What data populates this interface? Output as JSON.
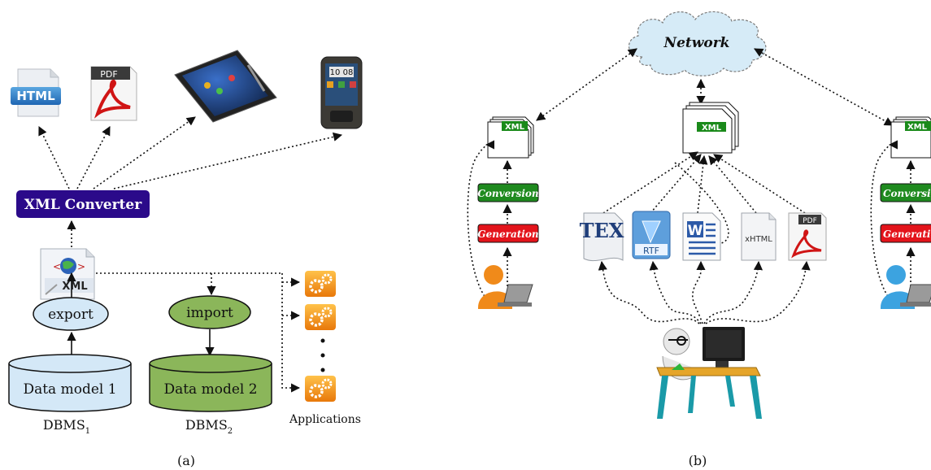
{
  "panel_a": {
    "caption": "(a)",
    "converter_label": "XML Converter",
    "xml_label": "XML",
    "html_icon_label": "HTML",
    "pdf_icon_label": "PDF",
    "tablet_time": "10 08",
    "export_label": "export",
    "import_label": "import",
    "model1_label": "Data model 1",
    "model2_label": "Data model 2",
    "dbms1_label": "DBMS",
    "dbms1_sub": "1",
    "dbms2_label": "DBMS",
    "dbms2_sub": "2",
    "applications_label": "Applications"
  },
  "panel_b": {
    "caption": "(b)",
    "network_label": "Network",
    "xml_label": "XML",
    "conversion_label": "Conversion",
    "generation_label": "Generation",
    "tex_label": "TEX",
    "rtf_label": "RTF",
    "word_label": "W",
    "xhtml_label": "xHTML",
    "pdf_label": "PDF"
  },
  "colors": {
    "converter_bg": "#2b0a8a",
    "export_fill": "#d4e8f7",
    "import_fill": "#8bb65a",
    "model1_fill": "#d4e8f7",
    "model2_fill": "#8bb65a",
    "cloud_fill": "#d6ebf7",
    "conversion_bg": "#1f8a1f",
    "generation_bg": "#e3141b",
    "gear_orange": "#f39a1b",
    "xml_tab_green": "#1a8a1a"
  }
}
